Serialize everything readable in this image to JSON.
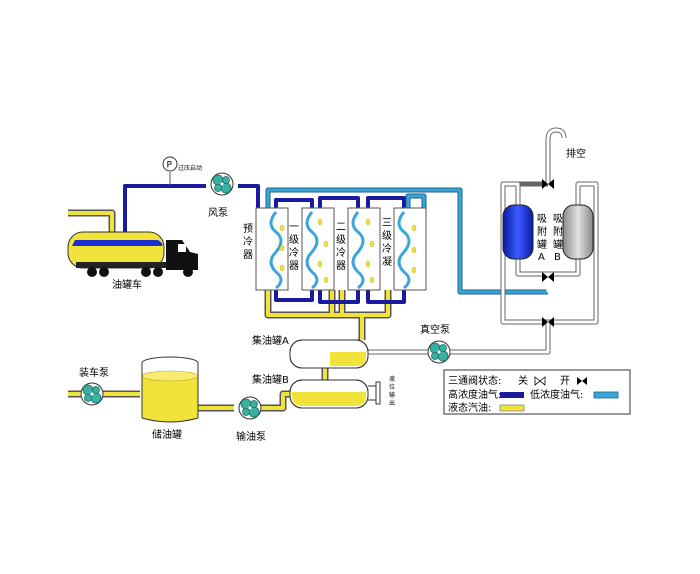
{
  "labels": {
    "truck": "油罐车",
    "fan": "风泵",
    "pressure_gauge": "P",
    "overpressure": "过压启动",
    "precooler": [
      "预",
      "冷",
      "器"
    ],
    "cooler1": [
      "一",
      "级",
      "冷",
      "器"
    ],
    "cooler2": [
      "二",
      "级",
      "冷",
      "器"
    ],
    "cooler3": [
      "三",
      "级",
      "冷",
      "凝"
    ],
    "adsorber_a": [
      "吸",
      "附",
      "罐",
      "A"
    ],
    "adsorber_b": [
      "吸",
      "附",
      "罐",
      "B"
    ],
    "vent": "排空",
    "tank_a": "集油罐A",
    "tank_b": "集油罐B",
    "vacuum_pump": "真空泵",
    "level_output": [
      "液",
      "位",
      "输",
      "出"
    ],
    "loading_pump": "装车泵",
    "storage_tank": "储油罐",
    "output_pump": "输油泵"
  },
  "legend": {
    "valve_state": "三通阀状态:",
    "closed": "关",
    "open": "开",
    "high_gas": "高浓度油气:",
    "low_gas": "低浓度油气:",
    "liquid": "液态汽油:"
  },
  "colors": {
    "high_concentration_gas": "#1a1aa0",
    "low_concentration_gas": "#3aa6d8",
    "liquid_gasoline": "#f2e33a",
    "adsorber_a": "#1e2fd0",
    "adsorber_b": "#a8a8a8",
    "pump": "#39b0a0"
  }
}
